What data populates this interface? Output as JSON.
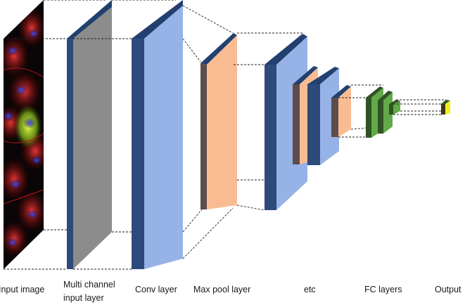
{
  "labels": {
    "input_image": "Input image",
    "multi_channel": "Multi channel\ninput layer",
    "conv_layer": "Conv layer",
    "max_pool_layer": "Max pool layer",
    "etc": "etc",
    "fc_layers": "FC layers",
    "output": "Output"
  },
  "colors": {
    "side_dark": "#2e4a7a",
    "top_dark": "#22406f",
    "input_layer_face": "#8c8c8c",
    "conv_face": "#97b2e6",
    "pool_face": "#f9bc92",
    "pool_side": "#5e4b4b",
    "fc_face": "#63a94a",
    "fc_side": "#2f5423",
    "output_face": "#f3ee1e",
    "connector": "#222222"
  },
  "icons": {
    "input_image": "fluorescence-microscopy-cells-image"
  }
}
